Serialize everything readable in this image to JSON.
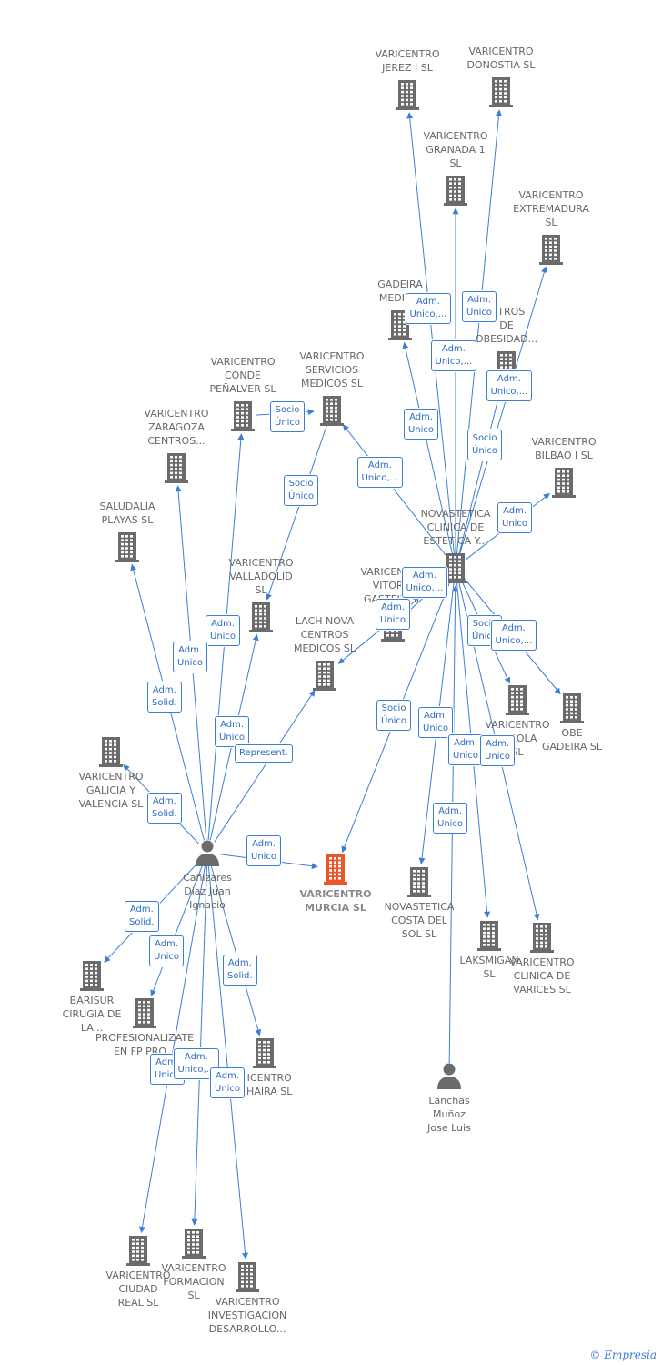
{
  "colors": {
    "edge": "#3a7fd5",
    "building": "#6b6b6b",
    "focus": "#e8562a",
    "person": "#6b6b6b"
  },
  "nodes": [
    {
      "id": "jerez",
      "label": "VARICENTRO\nJEREZ I  SL",
      "type": "company"
    },
    {
      "id": "donostia",
      "label": "VARICENTRO\nDONOSTIA  SL",
      "type": "company"
    },
    {
      "id": "granada",
      "label": "VARICENTRO\nGRANADA 1\nSL",
      "type": "company"
    },
    {
      "id": "extremadura",
      "label": "VARICENTRO\nEXTREMADURA\nSL",
      "type": "company"
    },
    {
      "id": "gadeira",
      "label": "GADEIRA\nMEDIC...",
      "type": "company"
    },
    {
      "id": "obesidad",
      "label": "...TROS\nDE\nOBESIDAD...",
      "type": "company"
    },
    {
      "id": "conde",
      "label": "VARICENTRO\nCONDE\nPEÑALVER  SL",
      "type": "company"
    },
    {
      "id": "servicios",
      "label": "VARICENTRO\nSERVICIOS\nMEDICOS  SL",
      "type": "company"
    },
    {
      "id": "zaragoza",
      "label": "VARICENTRO\nZARAGOZA\nCENTROS...",
      "type": "company"
    },
    {
      "id": "bilbao",
      "label": "VARICENTRO\nBILBAO I  SL",
      "type": "company"
    },
    {
      "id": "saludalia",
      "label": "SALUDALIA\nPLAYAS  SL",
      "type": "company"
    },
    {
      "id": "novastetica",
      "label": "NOVASTETICA\nCLINICA DE\nESTETICA Y...",
      "type": "company"
    },
    {
      "id": "valladolid",
      "label": "VARICENTRO\nVALLADOLID\nSL",
      "type": "company"
    },
    {
      "id": "vitoria",
      "label": "VARICENTRO\nVITORIA\nGASTEIZ  SL",
      "type": "company"
    },
    {
      "id": "lach",
      "label": "LACH NOVA\nCENTROS\nMEDICOS  SL",
      "type": "company"
    },
    {
      "id": "mirola",
      "label": "VARICENTRO\nMIROLA\nSL",
      "type": "company"
    },
    {
      "id": "obegadeira",
      "label": "OBE\nGADEIRA  SL",
      "type": "company"
    },
    {
      "id": "galicia",
      "label": "VARICENTRO\nGALICIA Y\nVALENCIA  SL",
      "type": "company"
    },
    {
      "id": "canizares",
      "label": "Cañizares\nDiaz Juan\nIgnacio",
      "type": "person"
    },
    {
      "id": "murcia",
      "label": "VARICENTRO\nMURCIA  SL",
      "type": "focus"
    },
    {
      "id": "costadelsol",
      "label": "NOVASTETICA\nCOSTA DEL\nSOL  SL",
      "type": "company"
    },
    {
      "id": "laksmigan",
      "label": "LAKSMIGAN\nSL",
      "type": "company"
    },
    {
      "id": "clinicavarices",
      "label": "VARICENTRO\nCLINICA DE\nVARICES  SL",
      "type": "company"
    },
    {
      "id": "barisur",
      "label": "BARISUR\nCIRUGIA DE\nLA...",
      "type": "company"
    },
    {
      "id": "profesionalizate",
      "label": "PROFESIONALIZATE\nEN FP PRO...",
      "type": "company"
    },
    {
      "id": "chaira",
      "label": "...ICENTRO\n...HAIRA  SL",
      "type": "company"
    },
    {
      "id": "lanchas",
      "label": "Lanchas\nMuñoz\nJose Luis",
      "type": "person"
    },
    {
      "id": "ciudadreal",
      "label": "VARICENTRO\nCIUDAD\nREAL  SL",
      "type": "company"
    },
    {
      "id": "formacion",
      "label": "VARICENTRO\nFORMACION\nSL",
      "type": "company"
    },
    {
      "id": "investigacion",
      "label": "VARICENTRO\nINVESTIGACION\nDESARROLLO...",
      "type": "company"
    }
  ],
  "edges": [
    {
      "from": "novastetica",
      "to": "jerez",
      "label": "Adm.\nUnico,..."
    },
    {
      "from": "novastetica",
      "to": "donostia",
      "label": "Adm.\nUnico"
    },
    {
      "from": "novastetica",
      "to": "granada",
      "label": "Adm.\nUnico,..."
    },
    {
      "from": "novastetica",
      "to": "extremadura",
      "label": "Adm.\nUnico,..."
    },
    {
      "from": "novastetica",
      "to": "gadeira",
      "label": "Adm.\nUnico"
    },
    {
      "from": "novastetica",
      "to": "obesidad",
      "label": "Socio\nÚnico"
    },
    {
      "from": "novastetica",
      "to": "servicios",
      "label": "Adm.\nUnico,..."
    },
    {
      "from": "novastetica",
      "to": "bilbao",
      "label": "Adm.\nUnico"
    },
    {
      "from": "novastetica",
      "to": "vitoria",
      "label": "Adm.\nUnico,..."
    },
    {
      "from": "novastetica",
      "to": "lach",
      "label": "Adm.\nUnico"
    },
    {
      "from": "novastetica",
      "to": "mirola",
      "label": "Socio\nÚnico"
    },
    {
      "from": "novastetica",
      "to": "obegadeira",
      "label": "Adm.\nUnico,..."
    },
    {
      "from": "novastetica",
      "to": "murcia",
      "label": "Socio\nÚnico"
    },
    {
      "from": "novastetica",
      "to": "costadelsol",
      "label": "Adm.\nUnico"
    },
    {
      "from": "novastetica",
      "to": "laksmigan",
      "label": "Adm.\nUnico"
    },
    {
      "from": "novastetica",
      "to": "clinicavarices",
      "label": "Adm.\nUnico"
    },
    {
      "from": "servicios",
      "to": "valladolid",
      "label": "Socio\nÚnico"
    },
    {
      "from": "conde",
      "to": "servicios",
      "label": "Socio\nÚnico"
    },
    {
      "from": "canizares",
      "to": "conde",
      "label": "Adm.\nUnico"
    },
    {
      "from": "canizares",
      "to": "zaragoza",
      "label": "Adm.\nUnico"
    },
    {
      "from": "canizares",
      "to": "saludalia",
      "label": "Adm.\nSolid."
    },
    {
      "from": "canizares",
      "to": "valladolid",
      "label": "Adm.\nUnico"
    },
    {
      "from": "canizares",
      "to": "lach",
      "label": "Represent."
    },
    {
      "from": "canizares",
      "to": "galicia",
      "label": "Adm.\nSolid."
    },
    {
      "from": "canizares",
      "to": "murcia",
      "label": "Adm.\nUnico"
    },
    {
      "from": "canizares",
      "to": "barisur",
      "label": "Adm.\nSolid."
    },
    {
      "from": "canizares",
      "to": "profesionalizate",
      "label": "Adm.\nUnico"
    },
    {
      "from": "canizares",
      "to": "chaira",
      "label": "Adm.\nSolid."
    },
    {
      "from": "canizares",
      "to": "ciudadreal",
      "label": "Adm.\nUnico"
    },
    {
      "from": "canizares",
      "to": "formacion",
      "label": "Adm.\nUnico,..."
    },
    {
      "from": "canizares",
      "to": "investigacion",
      "label": "Adm.\nUnico"
    },
    {
      "from": "lanchas",
      "to": "novastetica",
      "label": "Adm.\nUnico"
    }
  ],
  "brand": "© Empresia"
}
